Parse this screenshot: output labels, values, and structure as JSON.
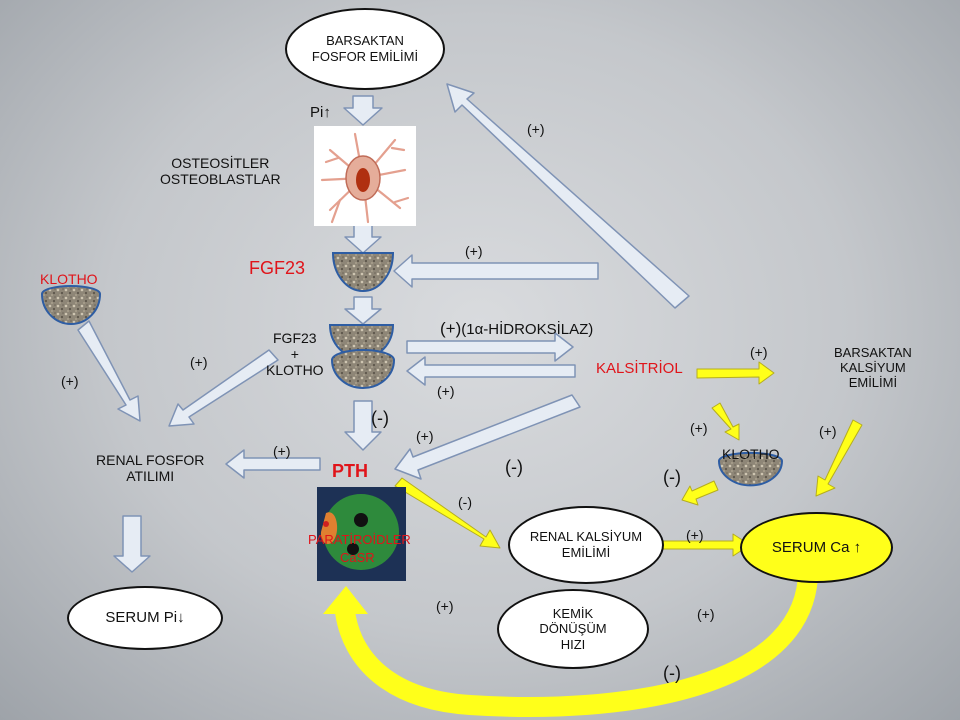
{
  "nodes": {
    "gut_phosphate": [
      "BARSAKTAN",
      "FOSFOR EMİLİMİ"
    ],
    "pi_up": "Pi",
    "osteocytes": [
      "OSTEOSİTLER",
      "OSTEOBLASTLAR"
    ],
    "klotho_left": "KLOTHO",
    "fgf23_top": "FGF23",
    "fgf23_klotho": [
      "FGF23",
      "+",
      "KLOTHO"
    ],
    "hydroxylase": "(1α-HİDROKSİLAZ)",
    "calcitriol": "KALSİTRİOL",
    "gut_calcium": [
      "BARSAKTAN",
      "KALSİYUM",
      "EMİLİMİ"
    ],
    "renal_phosphate": [
      "RENAL FOSFOR",
      "ATILIMI"
    ],
    "pth": "PTH",
    "klotho_right": "KLOTHO",
    "parathyroid": "PARATİROİDLER",
    "casr": "CaSR",
    "renal_calcium": [
      "RENAL KALSİYUM",
      "EMİLİMİ"
    ],
    "serum_ca": "SERUM Ca",
    "serum_pi": "SERUM Pi",
    "bone_turnover": [
      "KEMİK",
      "DÖNÜŞÜM",
      "HIZI"
    ]
  },
  "signs": {
    "s1": "(+)",
    "s2": "(+)",
    "s3": "(+)",
    "s4": "(+)",
    "s5": "(-)",
    "s6": "(+)",
    "s7": "(-)",
    "s8": "(+)",
    "s9": "(+)",
    "s10": "(-)",
    "s11": "(+)",
    "s12": "(+)",
    "s13": "(-)",
    "s14": "(-)",
    "s15": "(+)",
    "s16": "(+)",
    "s17": "(+)",
    "s18": "(+)",
    "s19": "(-)",
    "s20": "(+)"
  },
  "colors": {
    "accent_red": "#e0141a",
    "blue_text": "#1560c4",
    "yellow": "#ffff1a",
    "arrow_fill": "#e6ecf4",
    "arrow_stroke": "#7f93b5"
  },
  "icons": [
    "up-arrow-icon",
    "down-arrow-icon",
    "osteocyte-cell-image",
    "bone-bowl-icon",
    "parathyroid-gland-icon"
  ]
}
